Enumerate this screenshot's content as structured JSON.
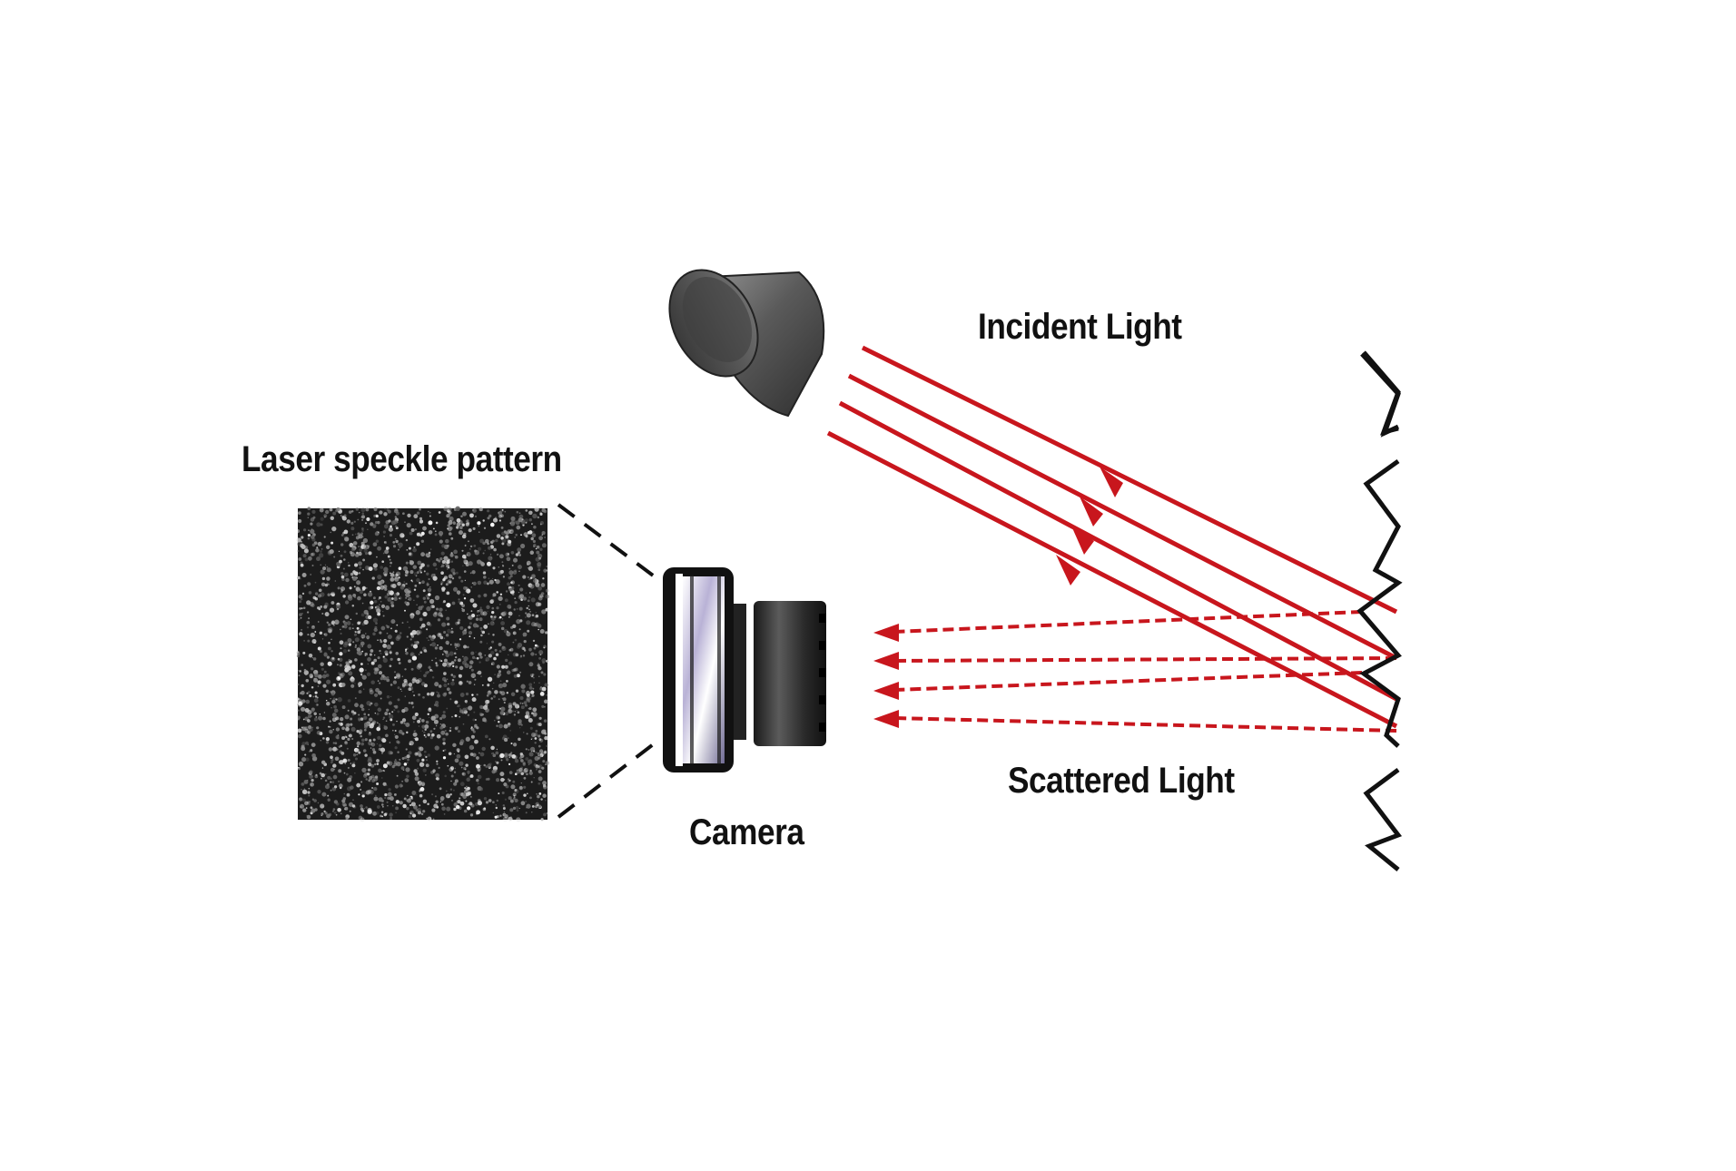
{
  "labels": {
    "incident_light": "Incident Light",
    "laser_speckle_pattern": "Laser speckle pattern",
    "camera": "Camera",
    "scattered_light": "Scattered Light"
  },
  "colors": {
    "beam": "#c8161d",
    "outline": "#111111",
    "laser_body": "#4a4a4a",
    "speckle_background": "#1c1c1c"
  },
  "icons": {
    "laser_source": "laser-emitter-icon",
    "camera": "camera-icon",
    "surface": "rough-surface-icon"
  }
}
